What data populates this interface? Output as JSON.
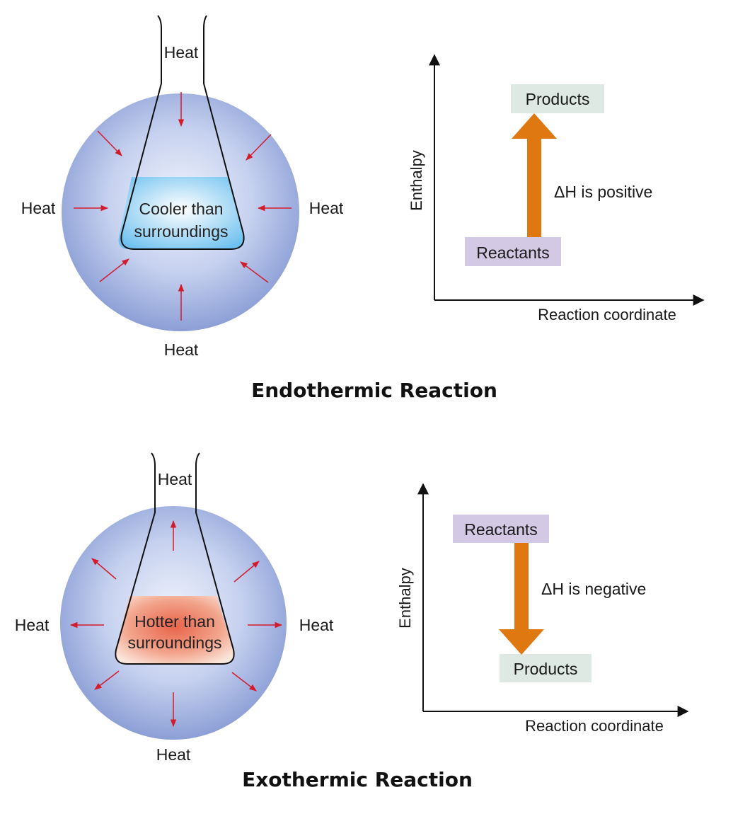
{
  "endothermic": {
    "title": "Endothermic Reaction",
    "heat_labels": {
      "top": "Heat",
      "left": "Heat",
      "right": "Heat",
      "bottom": "Heat"
    },
    "flask_text": [
      "Cooler than",
      "surroundings"
    ],
    "graph": {
      "y_axis_label": "Enthalpy",
      "x_axis_label": "Reaction coordinate",
      "upper_box": "Products",
      "lower_box": "Reactants",
      "delta_h_label": "ΔH is positive",
      "arrow_direction": "up"
    }
  },
  "exothermic": {
    "title": "Exothermic Reaction",
    "heat_labels": {
      "top": "Heat",
      "left": "Heat",
      "right": "Heat",
      "bottom": "Heat"
    },
    "flask_text": [
      "Hotter than",
      "surroundings"
    ],
    "graph": {
      "y_axis_label": "Enthalpy",
      "x_axis_label": "Reaction coordinate",
      "upper_box": "Reactants",
      "lower_box": "Products",
      "delta_h_label": "ΔH is negative",
      "arrow_direction": "down"
    }
  },
  "colors": {
    "sphere_center": "#e6ecf8",
    "sphere_edge": "#8c9fd6",
    "heat_arrow": "#d21c2c",
    "enthalpy_arrow": "#e07812",
    "products_box": "#dfe9e3",
    "reactants_box": "#d4c9e4",
    "cool_liquid": "#6fc1f0",
    "hot_liquid": "#e8634a"
  }
}
